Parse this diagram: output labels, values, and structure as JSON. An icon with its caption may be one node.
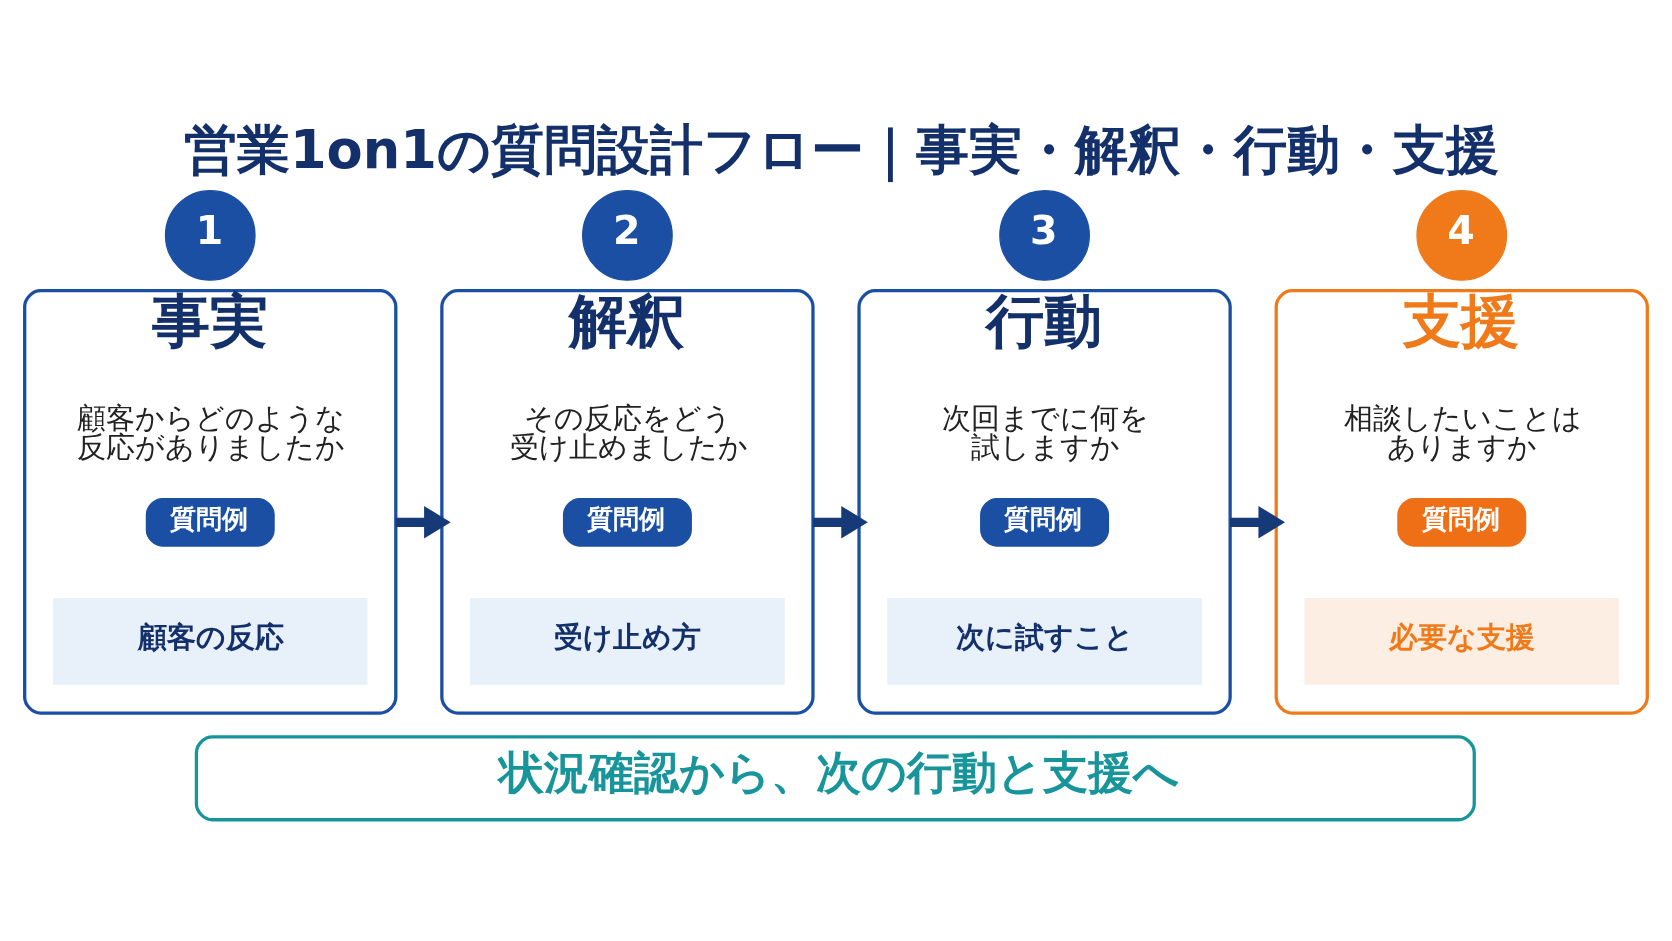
{
  "diagram": {
    "title": "営業1on1の質問設計フロー｜事実・解釈・行動・支援",
    "nodes": [
      {
        "text": [
          "1"
        ]
      },
      {
        "text": [
          "事実",
          "顧客からどのような反応がありましたか"
        ]
      },
      {
        "text": [
          "質問例"
        ],
        "in": 1
      },
      {
        "text": [
          "顧客の反応"
        ],
        "in": 1
      },
      {
        "text": [
          "2"
        ]
      },
      {
        "text": [
          "解釈",
          "その反応をどう受け止めましたか"
        ]
      },
      {
        "text": [
          "質問例"
        ],
        "in": 5
      },
      {
        "text": [
          "受け止め方"
        ],
        "in": 5
      },
      {
        "text": [
          "3"
        ]
      },
      {
        "text": [
          "行動",
          "次回までに何を試しますか"
        ]
      },
      {
        "text": [
          "質問例"
        ],
        "in": 9
      },
      {
        "text": [
          "次に試すこと"
        ],
        "in": 9
      },
      {
        "text": [
          "4"
        ]
      },
      {
        "text": [
          "支援",
          "相談したいことはありますか"
        ]
      },
      {
        "text": [
          "質問例"
        ],
        "in": 13
      },
      {
        "text": [
          "必要な支援"
        ],
        "in": 13
      },
      {
        "text": [
          "状況確認から、次の行動と支援へ"
        ]
      }
    ],
    "edges": [
      {
        "from": 1,
        "to": 5,
        "arrow": "to"
      },
      {
        "from": 5,
        "to": 9,
        "arrow": "to"
      },
      {
        "from": 9,
        "to": 13,
        "arrow": "to"
      }
    ]
  }
}
